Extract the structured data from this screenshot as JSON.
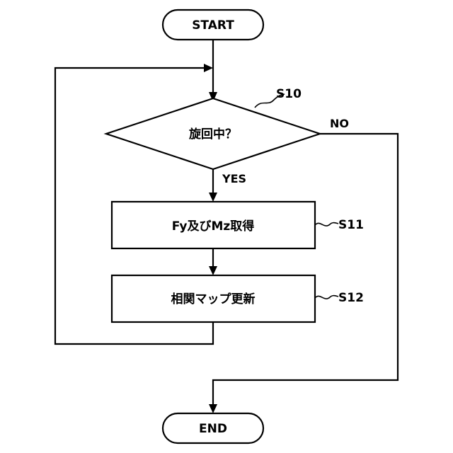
{
  "nodes": {
    "start": {
      "label": "START"
    },
    "decision": {
      "label": "旋回中？",
      "ref": "S10"
    },
    "step_s11": {
      "label": "Fy及びMz取得",
      "ref": "S11"
    },
    "step_s12": {
      "label": "相関マップ更新",
      "ref": "S12"
    },
    "end": {
      "label": "END"
    }
  },
  "edges": {
    "yes_label": "YES",
    "no_label": "NO"
  }
}
